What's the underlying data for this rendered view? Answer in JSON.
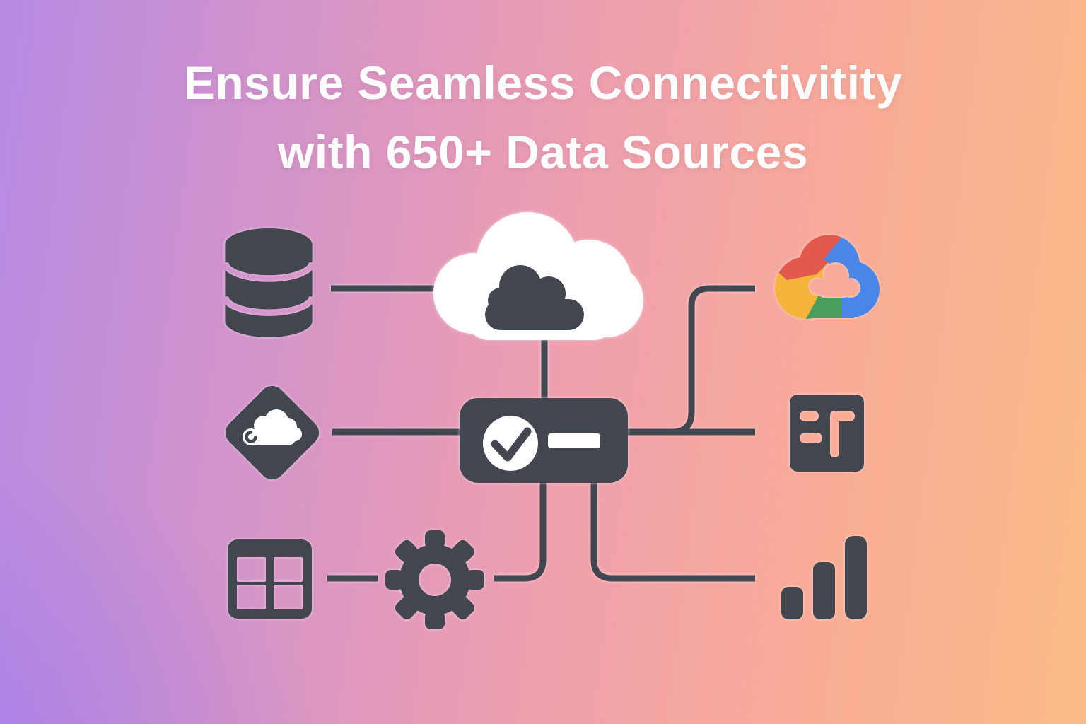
{
  "title": {
    "line1": "Ensure Seamless Connectivitity",
    "line2": "with 650+ Data Sources"
  },
  "diagram": {
    "nodes": [
      {
        "id": "database",
        "icon": "database-icon",
        "position": "top-left"
      },
      {
        "id": "cloud",
        "icon": "cloud-icon",
        "position": "top-center"
      },
      {
        "id": "google-cloud",
        "icon": "google-cloud-logo",
        "position": "top-right"
      },
      {
        "id": "sales-cloud",
        "icon": "cloud-diamond-icon",
        "position": "middle-left"
      },
      {
        "id": "connector-hub",
        "icon": "checkmark-card-icon",
        "position": "center"
      },
      {
        "id": "analytics-tile",
        "icon": "tableau-like-icon",
        "position": "middle-right"
      },
      {
        "id": "table-grid",
        "icon": "table-grid-icon",
        "position": "bottom-left"
      },
      {
        "id": "gear",
        "icon": "gear-icon",
        "position": "bottom-center"
      },
      {
        "id": "bar-chart",
        "icon": "bar-chart-icon",
        "position": "bottom-right"
      }
    ],
    "connections": [
      "database-to-cloud",
      "cloud-to-hub",
      "sales-cloud-to-hub",
      "hub-to-analytics-tile",
      "hub-branch-to-google-cloud",
      "hub-to-gear",
      "table-grid-to-gear",
      "hub-to-bar-chart"
    ],
    "colors": {
      "icon_dark": "#42474f",
      "icon_white": "#ffffff",
      "google_red": "#e25a4e",
      "google_yellow": "#f5b53d",
      "google_green": "#4a9e5c",
      "google_blue": "#4a86e8",
      "bg_left": "#b78be4",
      "bg_center": "#ef9fae",
      "bg_right": "#fcbb87"
    }
  }
}
